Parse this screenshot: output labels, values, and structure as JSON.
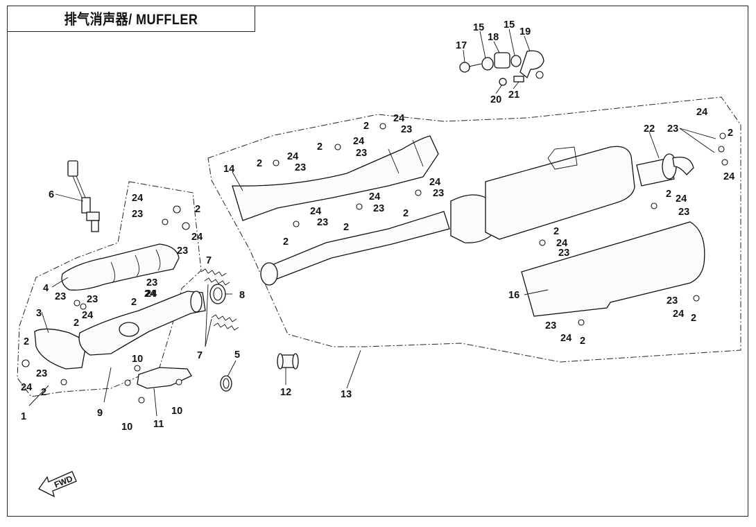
{
  "title": "排气消声器/ MUFFLER",
  "fwd_label": "FWD",
  "callouts": [
    {
      "id": "c1",
      "text": "1"
    },
    {
      "id": "c2a",
      "text": "2"
    },
    {
      "id": "c2b",
      "text": "2"
    },
    {
      "id": "c2c",
      "text": "2"
    },
    {
      "id": "c2d",
      "text": "2"
    },
    {
      "id": "c2e",
      "text": "2"
    },
    {
      "id": "c2f",
      "text": "2"
    },
    {
      "id": "c2g",
      "text": "2"
    },
    {
      "id": "c2h",
      "text": "2"
    },
    {
      "id": "c2i",
      "text": "2"
    },
    {
      "id": "c2j",
      "text": "2"
    },
    {
      "id": "c2k",
      "text": "2"
    },
    {
      "id": "c2l",
      "text": "2"
    },
    {
      "id": "c2m",
      "text": "2"
    },
    {
      "id": "c2n",
      "text": "2"
    },
    {
      "id": "c2o",
      "text": "2"
    },
    {
      "id": "c2p",
      "text": "2"
    },
    {
      "id": "c3",
      "text": "3"
    },
    {
      "id": "c4",
      "text": "4"
    },
    {
      "id": "c5",
      "text": "5"
    },
    {
      "id": "c6",
      "text": "6"
    },
    {
      "id": "c7a",
      "text": "7"
    },
    {
      "id": "c7b",
      "text": "7"
    },
    {
      "id": "c8",
      "text": "8"
    },
    {
      "id": "c9",
      "text": "9"
    },
    {
      "id": "c10a",
      "text": "10"
    },
    {
      "id": "c10b",
      "text": "10"
    },
    {
      "id": "c10c",
      "text": "10"
    },
    {
      "id": "c11",
      "text": "11"
    },
    {
      "id": "c12",
      "text": "12"
    },
    {
      "id": "c13",
      "text": "13"
    },
    {
      "id": "c14",
      "text": "14"
    },
    {
      "id": "c15a",
      "text": "15"
    },
    {
      "id": "c15b",
      "text": "15"
    },
    {
      "id": "c16",
      "text": "16"
    },
    {
      "id": "c17",
      "text": "17"
    },
    {
      "id": "c18",
      "text": "18"
    },
    {
      "id": "c19",
      "text": "19"
    },
    {
      "id": "c20",
      "text": "20"
    },
    {
      "id": "c21",
      "text": "21"
    },
    {
      "id": "c22",
      "text": "22"
    },
    {
      "id": "c23a",
      "text": "23"
    },
    {
      "id": "c23b",
      "text": "23"
    },
    {
      "id": "c23c",
      "text": "23"
    },
    {
      "id": "c23d",
      "text": "23"
    },
    {
      "id": "c23e",
      "text": "23"
    },
    {
      "id": "c23f",
      "text": "23"
    },
    {
      "id": "c23g",
      "text": "23"
    },
    {
      "id": "c23h",
      "text": "23"
    },
    {
      "id": "c23i",
      "text": "23"
    },
    {
      "id": "c23j",
      "text": "23"
    },
    {
      "id": "c23k",
      "text": "23"
    },
    {
      "id": "c23l",
      "text": "23"
    },
    {
      "id": "c23m",
      "text": "23"
    },
    {
      "id": "c23n",
      "text": "23"
    },
    {
      "id": "c23o",
      "text": "23"
    },
    {
      "id": "c23p",
      "text": "23"
    },
    {
      "id": "c23q",
      "text": "23"
    },
    {
      "id": "c24a",
      "text": "24"
    },
    {
      "id": "c24b",
      "text": "24"
    },
    {
      "id": "c24c",
      "text": "24"
    },
    {
      "id": "c24d",
      "text": "24"
    },
    {
      "id": "c24e",
      "text": "24"
    },
    {
      "id": "c24f",
      "text": "24"
    },
    {
      "id": "c24g",
      "text": "24"
    },
    {
      "id": "c24h",
      "text": "24"
    },
    {
      "id": "c24i",
      "text": "24"
    },
    {
      "id": "c24j",
      "text": "24"
    },
    {
      "id": "c24k",
      "text": "24"
    },
    {
      "id": "c24l",
      "text": "24"
    },
    {
      "id": "c24m",
      "text": "24"
    },
    {
      "id": "c24n",
      "text": "24"
    },
    {
      "id": "c24o",
      "text": "24"
    },
    {
      "id": "c24p",
      "text": "24"
    },
    {
      "id": "c24q",
      "text": "24"
    },
    {
      "id": "c24r",
      "text": "24"
    }
  ]
}
